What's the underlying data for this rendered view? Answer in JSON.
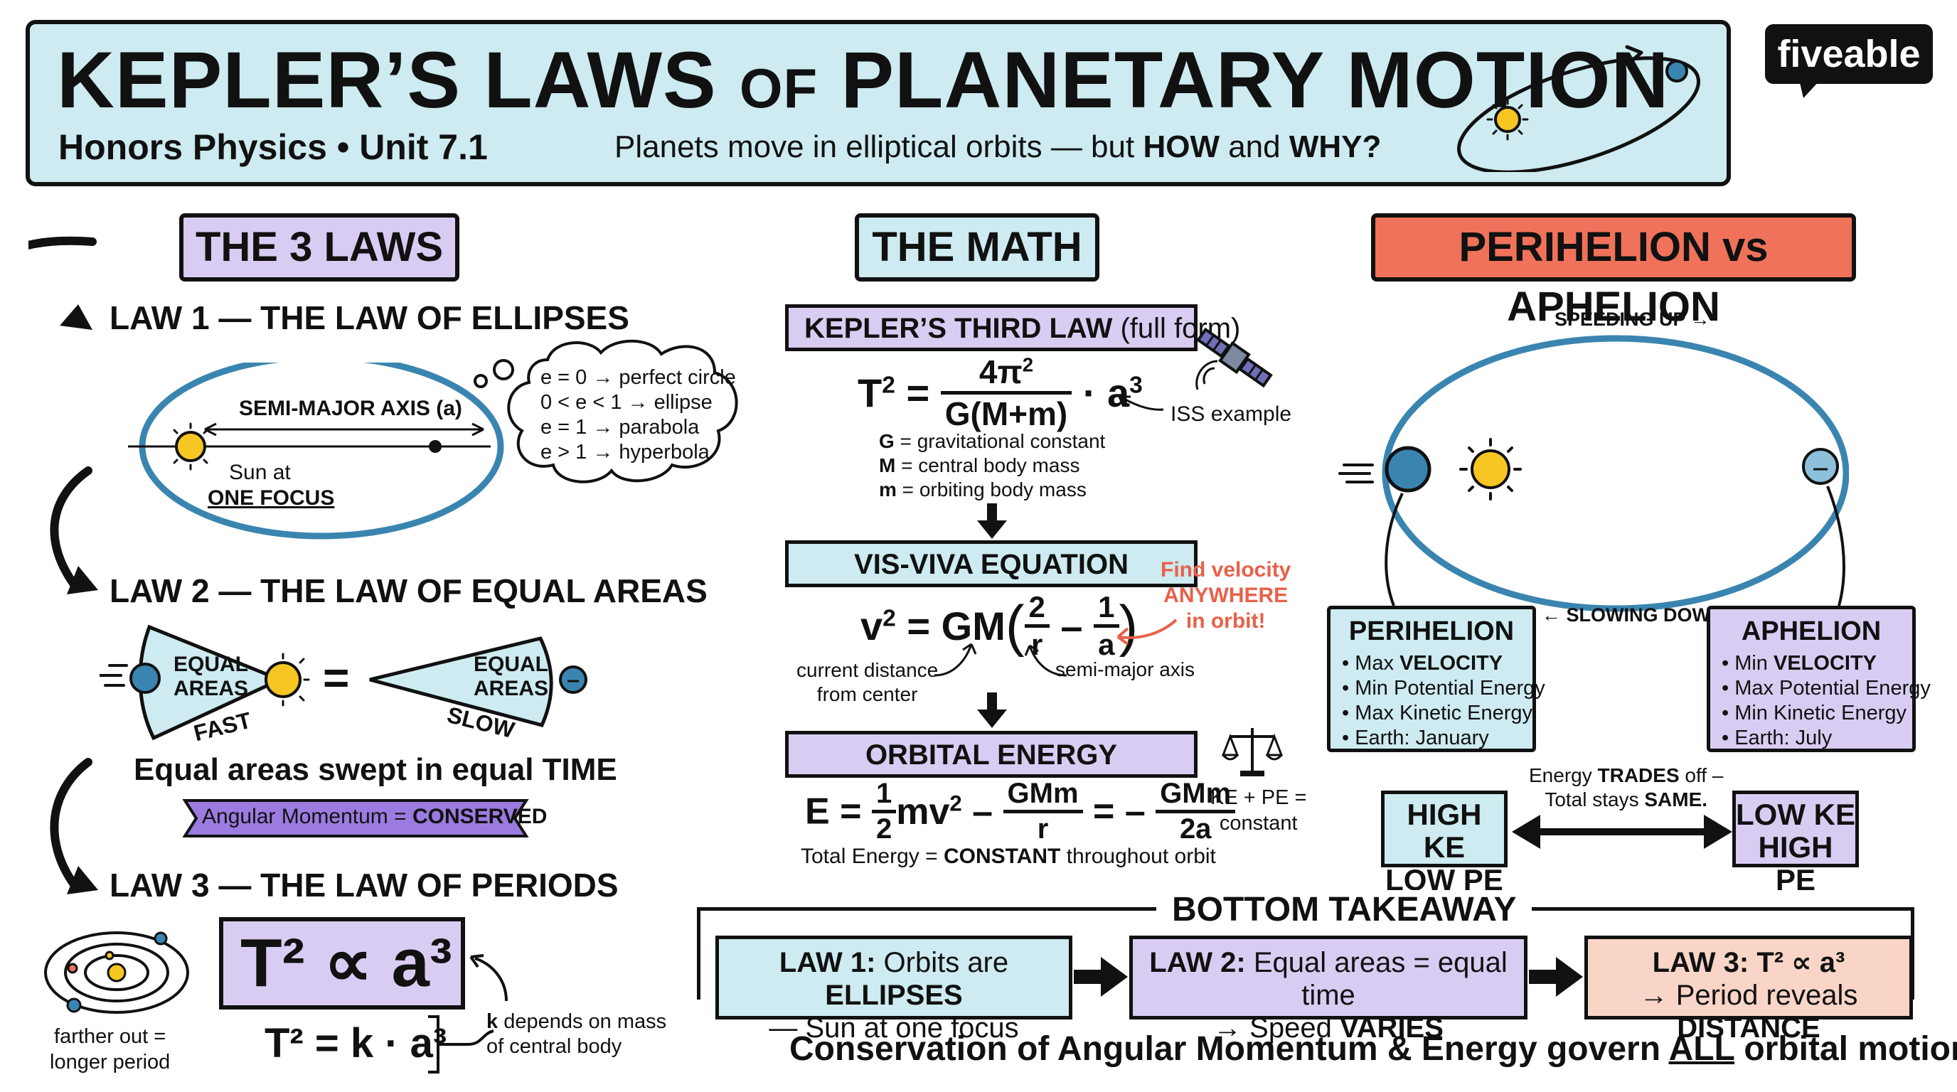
{
  "header": {
    "title_part1": "KEPLER’S LAWS ",
    "title_of": "OF",
    "title_part2": " PLANETARY MOTION",
    "subtitle_left": "Honors Physics • Unit 7.1",
    "subtitle_mid_pre": "Planets move in elliptical orbits — but ",
    "subtitle_mid_how": "HOW",
    "subtitle_mid_and": " and ",
    "subtitle_mid_why": "WHY?",
    "brand": "fiveable"
  },
  "colors": {
    "light_blue": "#cdebf0",
    "lavender": "#d9ccf2",
    "coral": "#f0725a",
    "peach": "#f8d5c7",
    "orbit_blue": "#3a85b0",
    "sun_yellow": "#f7c623",
    "purple_banner": "#9b7be0",
    "accent_red": "#e8614a"
  },
  "laws": {
    "section_title": "THE 3 LAWS",
    "law1": {
      "heading": "LAW 1 — THE LAW OF ELLIPSES",
      "axis_label": "SEMI-MAJOR AXIS (a)",
      "sun_at": "Sun at",
      "one_focus": "ONE FOCUS",
      "eccentricity": [
        "e = 0 → perfect circle",
        "0 < e < 1 → ellipse",
        "e = 1 → parabola",
        "e > 1 → hyperbola"
      ]
    },
    "law2": {
      "heading": "LAW 2 — THE LAW OF EQUAL AREAS",
      "equal_areas": "EQUAL AREAS",
      "equal_areas_line1": "EQUAL",
      "equal_areas_line2": "AREAS",
      "equals_sign": "=",
      "fast": "FAST",
      "slow": "SLOW",
      "caption": "Equal areas swept in equal TIME",
      "banner_pre": "Angular Momentum = ",
      "banner_bold": "CONSERVED"
    },
    "law3": {
      "heading": "LAW 3 — THE LAW OF PERIODS",
      "proportional": "T² ∝ a³",
      "equation": "T² = k · a³",
      "k_note_bold": "k",
      "k_note_rest": " depends on mass",
      "k_note_line2": "of central body",
      "farther_line1": "farther out =",
      "farther_line2": "longer period"
    }
  },
  "math": {
    "section_title": "THE MATH",
    "kepler3_label": "KEPLER’S THIRD LAW",
    "kepler3_paren": " (full form)",
    "kepler3_lhs": "T",
    "kepler3_num": "4π",
    "kepler3_den": "G(M+m)",
    "kepler3_rhs": "· a",
    "iss_example": "ISS example",
    "defs": [
      {
        "sym": "G",
        "text": " = gravitational constant"
      },
      {
        "sym": "M",
        "text": " = central body mass"
      },
      {
        "sym": "m",
        "text": " = orbiting body mass"
      }
    ],
    "visviva_label": "VIS-VIVA EQUATION",
    "visviva_lhs": "v",
    "visviva_gm": "= GM",
    "visviva_num1": "2",
    "visviva_den1": "r",
    "visviva_num2": "1",
    "visviva_den2": "a",
    "find_velocity": [
      "Find velocity",
      "ANYWHERE",
      "in orbit!"
    ],
    "current_distance": [
      "current distance",
      "from center"
    ],
    "semi_major": "semi-major axis",
    "orbital_label": "ORBITAL ENERGY",
    "orbital_E": "E =",
    "orbital_half_num": "1",
    "orbital_half_den": "2",
    "orbital_mv": "mv",
    "orbital_gmm": "GMm",
    "orbital_r": "r",
    "orbital_2a": "2a",
    "ke_pe": [
      "KE + PE =",
      "constant"
    ],
    "total_energy_pre": "Total Energy = ",
    "total_energy_bold": "CONSTANT",
    "total_energy_post": " throughout orbit"
  },
  "perihelion": {
    "section_title": "PERIHELION vs APHELION",
    "speeding_up": "SPEEDING UP →",
    "slowing_down": "← SLOWING DOWN",
    "peri_title": "PERIHELION",
    "peri_items": [
      {
        "pre": "• Max ",
        "bold": "VELOCITY"
      },
      {
        "pre": "• Min Potential Energy",
        "bold": ""
      },
      {
        "pre": "• Max Kinetic Energy",
        "bold": ""
      },
      {
        "pre": "• Earth: January",
        "bold": ""
      }
    ],
    "aph_title": "APHELION",
    "aph_items": [
      {
        "pre": "• Min ",
        "bold": "VELOCITY"
      },
      {
        "pre": "• Max Potential Energy",
        "bold": ""
      },
      {
        "pre": "• Min Kinetic Energy",
        "bold": ""
      },
      {
        "pre": "• Earth: July",
        "bold": ""
      }
    ],
    "energy_trades_pre": "Energy ",
    "energy_trades_bold": "TRADES",
    "energy_trades_post": " off –",
    "total_stays_pre": "Total stays ",
    "total_stays_bold": "SAME.",
    "high_ke": [
      "HIGH KE",
      "LOW PE"
    ],
    "low_ke": [
      "LOW KE",
      "HIGH PE"
    ]
  },
  "takeaway": {
    "title": "BOTTOM TAKEAWAY",
    "box1": {
      "b1": "LAW 1:",
      "t1": " Orbits are ",
      "b2": "ELLIPSES",
      "line2": "— Sun at one focus"
    },
    "box2": {
      "b1": "LAW 2:",
      "t1": " Equal areas = equal time",
      "line2_pre": "→ Speed ",
      "line2_bold": "VARIES"
    },
    "box3": {
      "b1": "LAW 3: T² ∝ a³",
      "line2_pre": "→ Period reveals ",
      "line2_bold": "DISTANCE"
    },
    "conservation_pre": "Conservation of Angular Momentum & Energy govern ",
    "conservation_all": "ALL",
    "conservation_post": " orbital motion."
  }
}
